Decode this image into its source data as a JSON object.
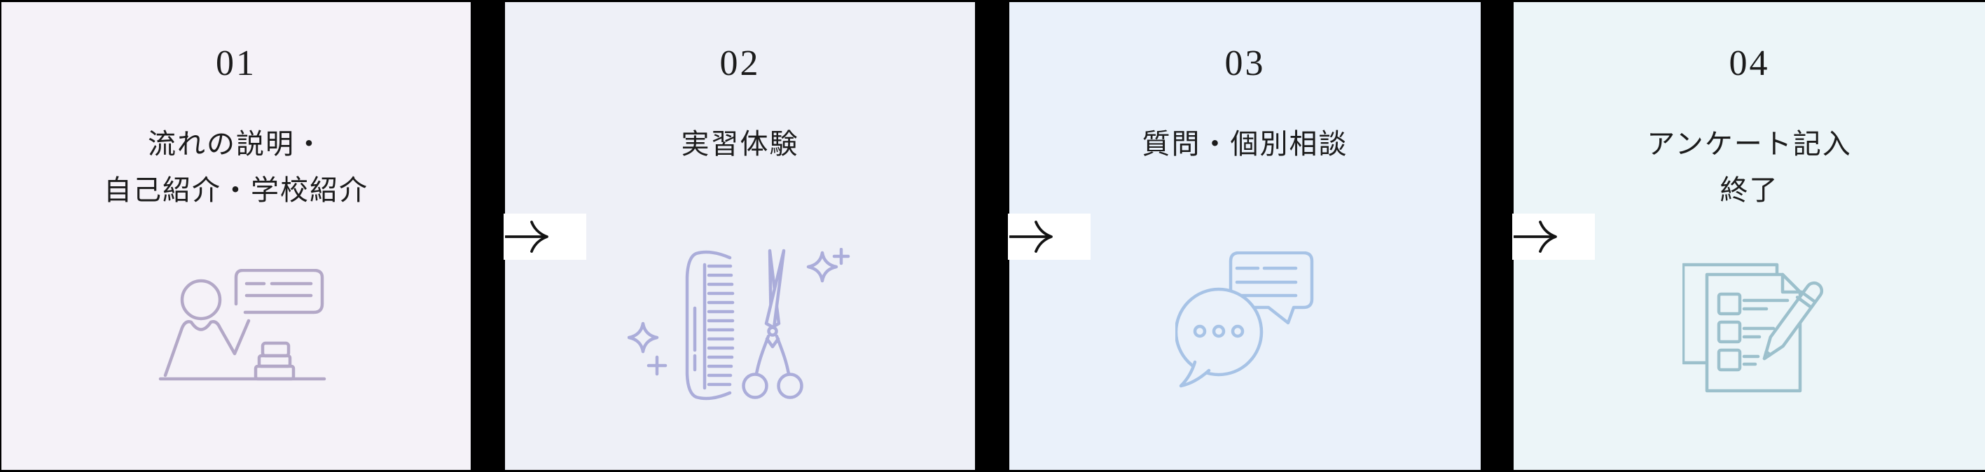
{
  "page": {
    "background": "#000000",
    "text_color": "#1c1c1c"
  },
  "arrow": {
    "direction": "right",
    "color": "#131313",
    "panel_color": "#ffffff"
  },
  "steps": [
    {
      "number": "01",
      "title_lines": [
        "流れの説明・",
        "自己紹介・学校紹介"
      ],
      "icon": "presentation-icon",
      "bg_color": "#f5f2f8",
      "accent_color": "#b3a8c7"
    },
    {
      "number": "02",
      "title_lines": [
        "実習体験"
      ],
      "icon": "comb-scissors-icon",
      "bg_color": "#eef0f7",
      "accent_color": "#abadda"
    },
    {
      "number": "03",
      "title_lines": [
        "質問・個別相談"
      ],
      "icon": "chat-bubbles-icon",
      "bg_color": "#eaf1fa",
      "accent_color": "#a7c3e6"
    },
    {
      "number": "04",
      "title_lines": [
        "アンケート記入",
        "終了"
      ],
      "icon": "survey-pencil-icon",
      "bg_color": "#ecf5f8",
      "accent_color": "#9cc0cc"
    }
  ]
}
